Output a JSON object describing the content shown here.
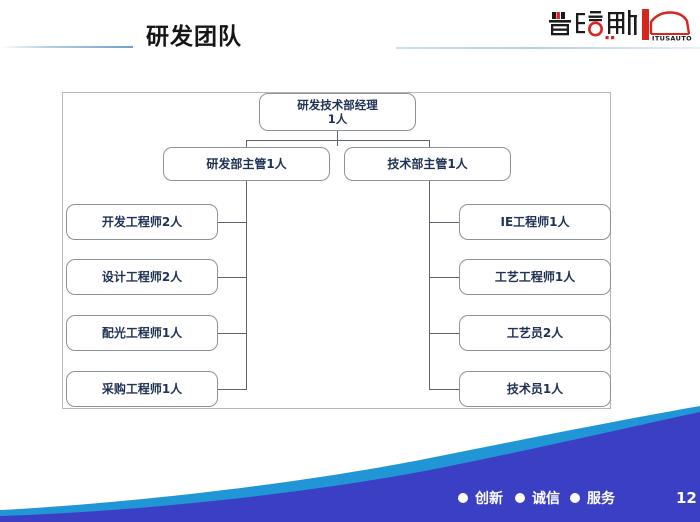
{
  "header": {
    "title": "研发团队",
    "logo": {
      "name": "pulosi-logo",
      "wordmark": "普络斯",
      "latin": "ITUSAUTO"
    }
  },
  "org_chart": {
    "root": {
      "line1": "研发技术部经理",
      "line2": "1人"
    },
    "supervisors": [
      {
        "label": "研发部主管1人"
      },
      {
        "label": "技术部主管1人"
      }
    ],
    "left_column": [
      {
        "label": "开发工程师2人"
      },
      {
        "label": "设计工程师2人"
      },
      {
        "label": "配光工程师1人"
      },
      {
        "label": "采购工程师1人"
      }
    ],
    "right_column": [
      {
        "label": "IE工程师1人"
      },
      {
        "label": "工艺工程师1人"
      },
      {
        "label": "工艺员2人"
      },
      {
        "label": "技术员1人"
      }
    ]
  },
  "footer": {
    "slogans": [
      "创新",
      "诚信",
      "服务"
    ],
    "page_number": "12"
  },
  "colors": {
    "title_text": "#161616",
    "node_text": "#1f3254",
    "node_border": "#8d9299",
    "frame_border": "#b4b8bd",
    "wave_light": "#2196d6",
    "wave_dark": "#3a3fc4",
    "logo_red": "#d8251d",
    "logo_black": "#1b1b1b",
    "accent_line": "#6f9fd0"
  }
}
